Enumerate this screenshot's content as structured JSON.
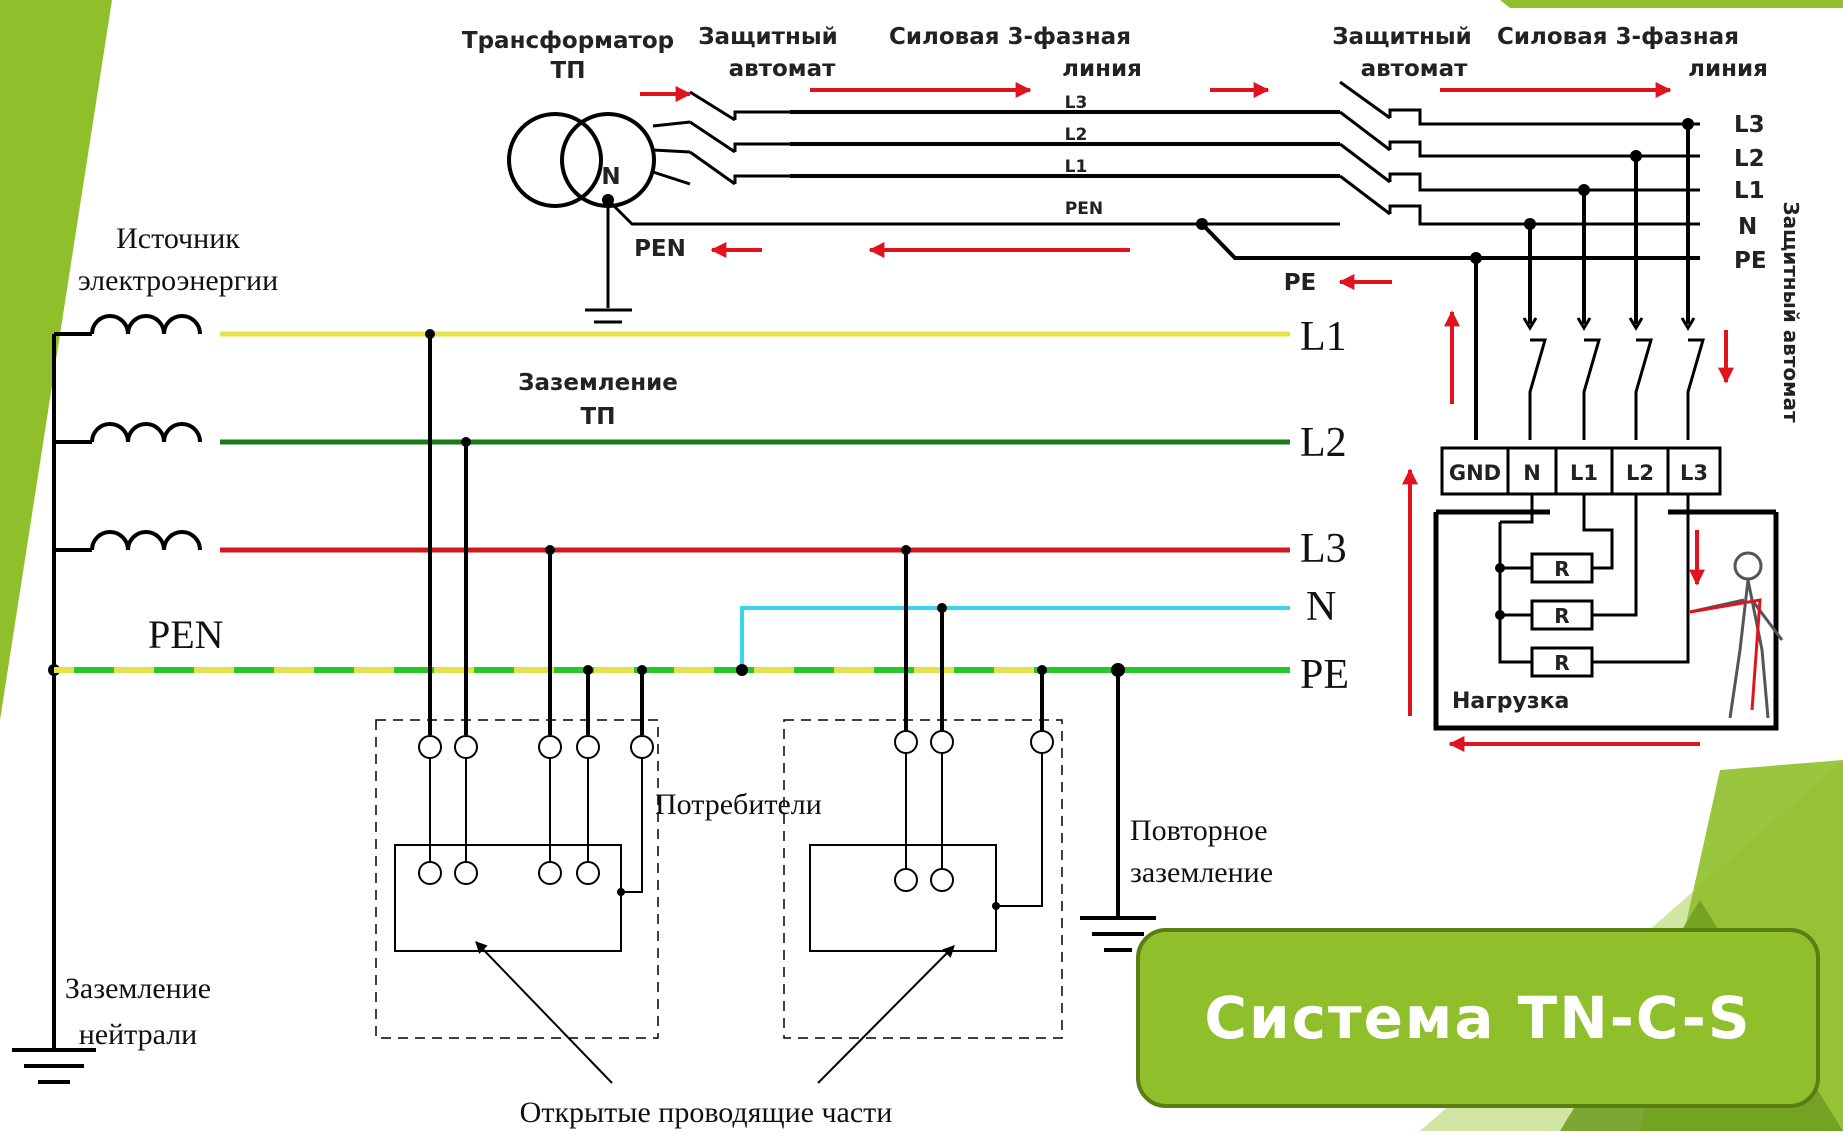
{
  "colors": {
    "accent_green": "#8fbf2a",
    "dark_green": "#5a7d14",
    "wire_yellow": "#e8e24a",
    "wire_green": "#1a7a1a",
    "wire_red": "#d0181f",
    "wire_cyan": "#38d6ee",
    "pe_green": "#28c828",
    "arrow_red": "#e0141e"
  },
  "top": {
    "transformer_label_1": "Трансформатор",
    "transformer_label_2": "ТП",
    "breaker_label_1a": "Защитный",
    "breaker_label_1b": "автомат",
    "line_label_1a": "Силовая 3-фазная",
    "line_label_1b": "линия",
    "breaker_label_2a": "Защитный",
    "breaker_label_2b": "автомат",
    "line_label_2a": "Силовая 3-фазная",
    "line_label_2b": "линия",
    "winding_n": "N",
    "wire_l3": "L3",
    "wire_l2": "L2",
    "wire_l1": "L1",
    "wire_pen": "PEN",
    "pen_return": "PEN",
    "pe_return": "PE",
    "end_l3": "L3",
    "end_l2": "L2",
    "end_l1": "L1",
    "end_n": "N",
    "end_pe": "PE",
    "breaker_vertical": "Защитный автомат",
    "terminals": [
      "GND",
      "N",
      "L1",
      "L2",
      "L3"
    ],
    "resistor": "R",
    "load_label": "Нагрузка"
  },
  "bottom": {
    "source_label_1": "Источник",
    "source_label_2": "электроэнергии",
    "bus_l1": "L1",
    "bus_l2": "L2",
    "bus_l3": "L3",
    "bus_n": "N",
    "bus_pe": "PE",
    "pen_label": "PEN",
    "tp_ground_1": "Заземление",
    "tp_ground_2": "ТП",
    "consumers": "Потребители",
    "re_ground_1": "Повторное",
    "re_ground_2": "заземление",
    "neutral_ground_1": "Заземление",
    "neutral_ground_2": "нейтрали",
    "open_parts": "Открытые проводящие части"
  },
  "badge": {
    "title": "Система TN-C-S"
  }
}
